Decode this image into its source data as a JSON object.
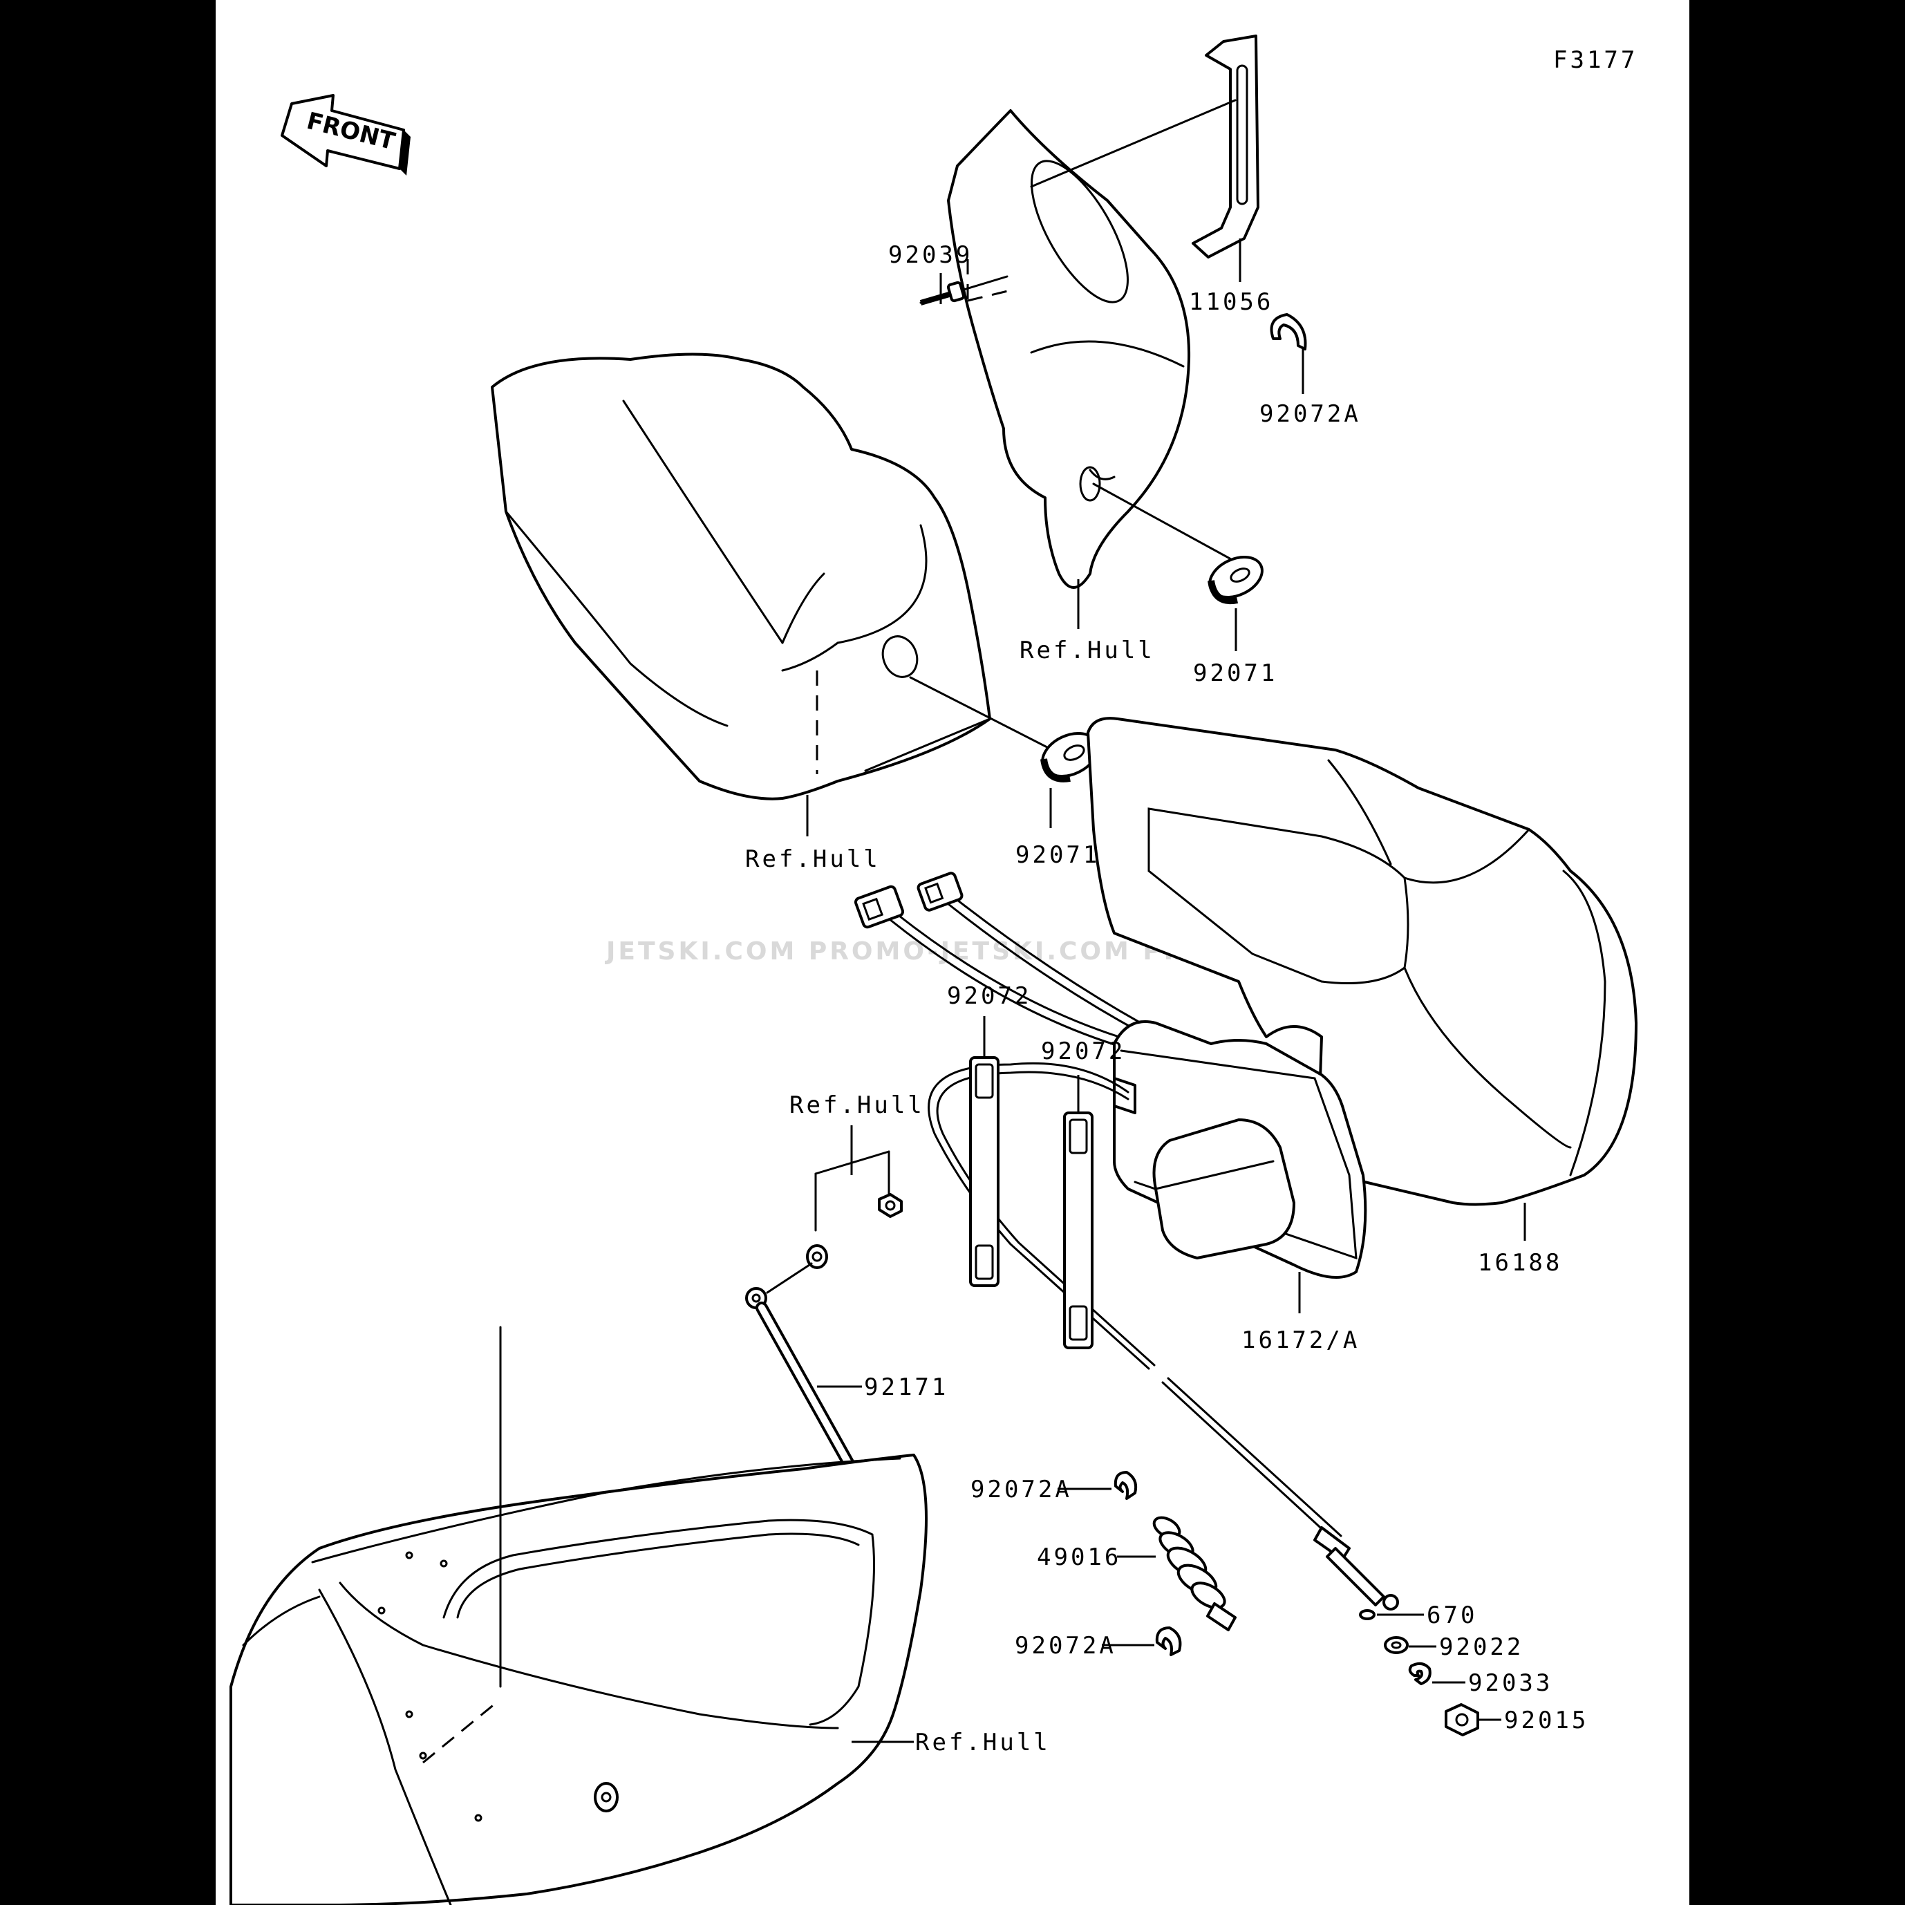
{
  "figure_code": "F3177",
  "front_arrow_label": "FRONT",
  "watermark": "JETSKI.COM  PROMO-JETSKI.COM  PROMO-JETSKI.COM",
  "labels": {
    "p11056": "11056",
    "p92039": "92039",
    "p92072A_top": "92072A",
    "ref_hull_top": "Ref.Hull",
    "p92071_right": "92071",
    "p92071_left": "92071",
    "ref_hull_left": "Ref.Hull",
    "p92072_a": "92072",
    "p92072_b": "92072",
    "ref_hull_mid": "Ref.Hull",
    "p92171": "92171",
    "p16188": "16188",
    "p16172A": "16172/A",
    "p92072A_mid": "92072A",
    "p49016": "49016",
    "p92072A_low": "92072A",
    "p670": "670",
    "p92022": "92022",
    "p92033": "92033",
    "p92015": "92015",
    "ref_hull_bottom": "Ref.Hull"
  }
}
